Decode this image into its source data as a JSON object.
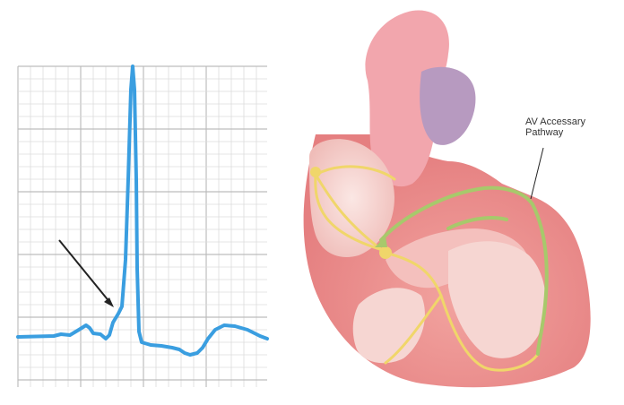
{
  "colors": {
    "ecg_trace": "#3a9ee0",
    "grid_minor": "#dcdcdc",
    "grid_major": "#bdbdbd",
    "arrow": "#222222",
    "myocardium": "#e98d8d",
    "myocardium_light": "#f4c0bd",
    "chamber_interior": "#f6d6d2",
    "aorta": "#f2a6ad",
    "pulmonary_vein": "#b79ac0",
    "normal_conduction": "#f0d66a",
    "accessory_pathway": "#a7c96b"
  },
  "annotation": {
    "line1": "AV Accessary",
    "line2": "Pathway"
  },
  "icons": {
    "ecg_arrow": "arrow-pointing-to-delta-wave",
    "callout_leader": "leader-line"
  }
}
